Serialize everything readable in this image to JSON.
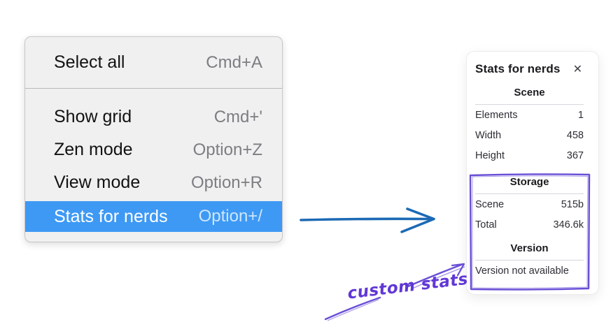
{
  "menu": {
    "items": [
      {
        "label": "Select all",
        "shortcut": "Cmd+A",
        "selected": false
      },
      {
        "label": "Show grid",
        "shortcut": "Cmd+'",
        "selected": false
      },
      {
        "label": "Zen mode",
        "shortcut": "Option+Z",
        "selected": false
      },
      {
        "label": "View mode",
        "shortcut": "Option+R",
        "selected": false
      },
      {
        "label": "Stats for nerds",
        "shortcut": "Option+/",
        "selected": true
      }
    ]
  },
  "panel": {
    "title": "Stats for nerds",
    "close_glyph": "✕",
    "sections": [
      {
        "heading": "Scene",
        "rows": [
          {
            "label": "Elements",
            "value": "1"
          },
          {
            "label": "Width",
            "value": "458"
          },
          {
            "label": "Height",
            "value": "367"
          }
        ]
      },
      {
        "heading": "Storage",
        "rows": [
          {
            "label": "Scene",
            "value": "515b"
          },
          {
            "label": "Total",
            "value": "346.6k"
          }
        ]
      },
      {
        "heading": "Version",
        "note": "Version not available"
      }
    ]
  },
  "annotation": {
    "label": "custom stats"
  },
  "colors": {
    "menu_highlight": "#3e99f4",
    "menu_highlight_shortcut": "#cde6fb",
    "arrow_blue": "#1c69b4",
    "annotation_purple": "#6137d5"
  }
}
